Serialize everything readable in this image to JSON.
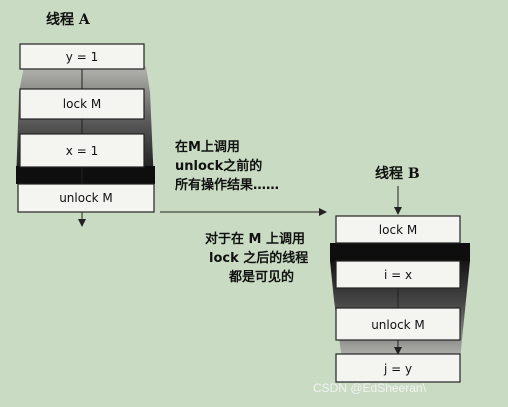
{
  "thread_a": {
    "title": "线程 A",
    "steps": [
      "y = 1",
      "lock M",
      "x = 1",
      "unlock M"
    ]
  },
  "thread_b": {
    "title": "线程 B",
    "steps": [
      "lock M",
      "i = x",
      "unlock M",
      "j = y"
    ]
  },
  "notes": {
    "before_unlock": [
      "在M上调用",
      "unlock之前的",
      "所有操作结果……"
    ],
    "after_lock": [
      "对于在 M 上调用",
      "lock 之后的线程",
      "都是可见的"
    ]
  },
  "watermark": "CSDN @EdSheeran\\",
  "colors": {
    "background": "#c9dcc3",
    "box_fill": "#f4f4f1",
    "band_dark": "#0e0e0e"
  }
}
